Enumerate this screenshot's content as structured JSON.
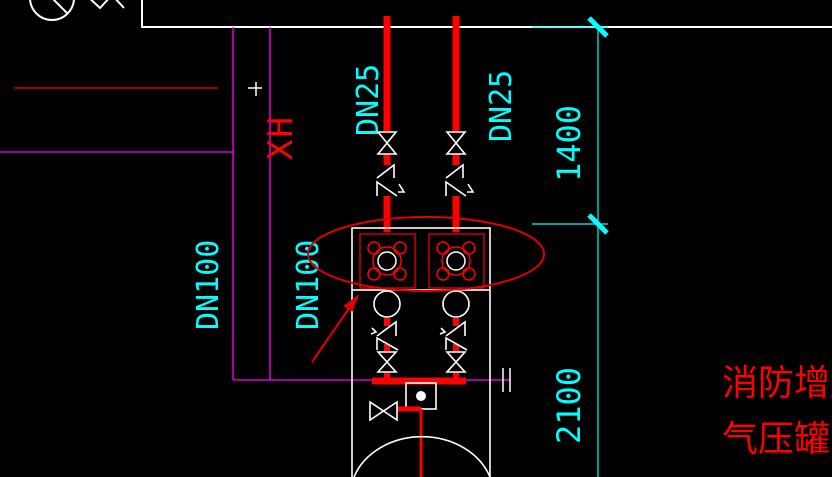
{
  "labels": {
    "pipe_dn25_left": "DN25",
    "pipe_dn25_right": "DN25",
    "pipe_dn100_left": "DN100",
    "pipe_dn100_right": "DN100",
    "xh_tag": "XH",
    "dim_upper": "1400",
    "dim_lower": "2100",
    "note_line1": "消防增压",
    "note_line2": "气压罐："
  },
  "colors": {
    "background": "#000000",
    "pipe_red": "#ff0000",
    "cyan_text": "#00ffff",
    "magenta_line": "#ff00ff",
    "white_line": "#ffffff",
    "callout_red": "#e00000"
  }
}
